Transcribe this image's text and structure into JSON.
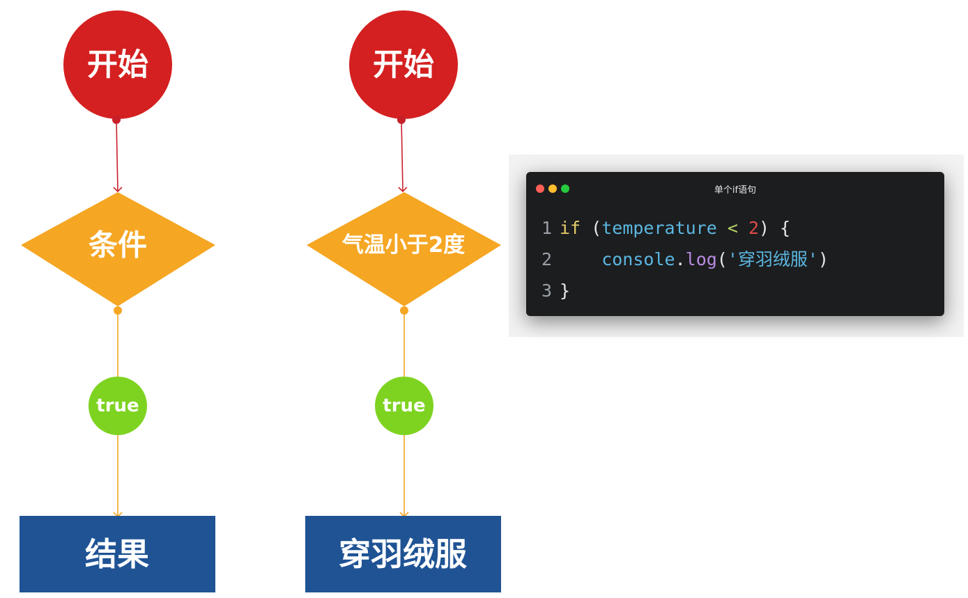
{
  "flowchart_left": {
    "start_label": "开始",
    "condition_label": "条件",
    "true_label": "true",
    "result_label": "结果"
  },
  "flowchart_right": {
    "start_label": "开始",
    "condition_label": "气温小于2度",
    "true_label": "true",
    "result_label": "穿羽绒服"
  },
  "code_window": {
    "title": "单个if语句",
    "lines": [
      {
        "number": "1",
        "tokens": [
          {
            "text": "if",
            "kind": "keyword"
          },
          {
            "text": " (",
            "kind": "punct"
          },
          {
            "text": "temperature",
            "kind": "identifier"
          },
          {
            "text": " < ",
            "kind": "operator"
          },
          {
            "text": "2",
            "kind": "number"
          },
          {
            "text": ") {",
            "kind": "punct"
          }
        ]
      },
      {
        "number": "2",
        "tokens": [
          {
            "text": "    console",
            "kind": "identifier"
          },
          {
            "text": ".",
            "kind": "punct"
          },
          {
            "text": "log",
            "kind": "function"
          },
          {
            "text": "(",
            "kind": "punct"
          },
          {
            "text": "'穿羽绒服'",
            "kind": "string"
          },
          {
            "text": ")",
            "kind": "punct"
          }
        ]
      },
      {
        "number": "3",
        "tokens": [
          {
            "text": "}",
            "kind": "punct"
          }
        ]
      }
    ]
  },
  "colors": {
    "start_node": "#d42020",
    "condition_node": "#f5a623",
    "true_node": "#7ed321",
    "result_node": "#1f5394",
    "start_arrow": "#c8202a",
    "flow_arrow": "#f5a623",
    "traffic_red": "#ff5f56",
    "traffic_yellow": "#ffbd2e",
    "traffic_green": "#27c93f"
  }
}
